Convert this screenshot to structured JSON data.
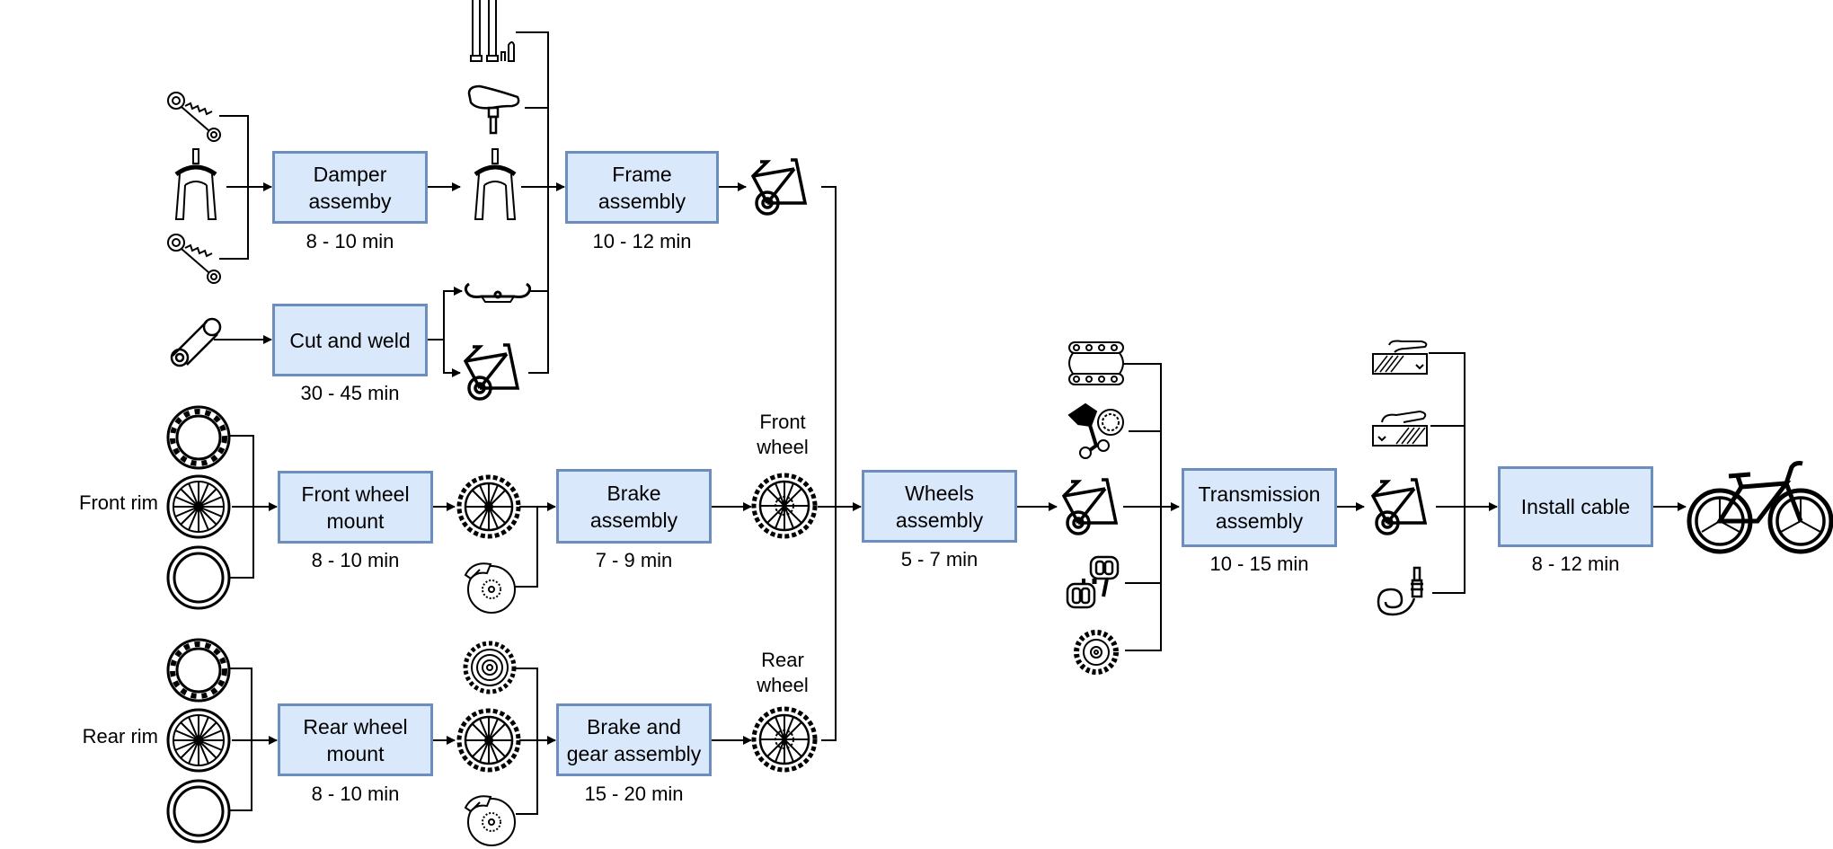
{
  "diagram": {
    "steps": {
      "damper": {
        "label": "Damper\nassemby",
        "time": "8 - 10 min"
      },
      "cut_weld": {
        "label": "Cut and weld",
        "time": "30 - 45 min"
      },
      "frame": {
        "label": "Frame\nassembly",
        "time": "10 - 12 min"
      },
      "front_wheel_mount": {
        "label": "Front wheel\nmount",
        "time": "8 - 10 min"
      },
      "brake": {
        "label": "Brake\nassembly",
        "time": "7 - 9 min"
      },
      "rear_wheel_mount": {
        "label": "Rear wheel\nmount",
        "time": "8 - 10 min"
      },
      "brake_gear": {
        "label": "Brake and\ngear assembly",
        "time": "15 - 20 min"
      },
      "wheels": {
        "label": "Wheels\nassembly",
        "time": "5 - 7 min"
      },
      "transmission": {
        "label": "Transmission\nassembly",
        "time": "10 - 15 min"
      },
      "install_cable": {
        "label": "Install cable",
        "time": "8 - 12 min"
      }
    },
    "labels": {
      "front_rim": "Front rim",
      "rear_rim": "Rear rim",
      "front_wheel": "Front\nwheel",
      "rear_wheel": "Rear\nwheel"
    },
    "icons": [
      "shock-absorber",
      "suspension-fork",
      "tube",
      "seat",
      "handlebar",
      "bike-frame",
      "tire-tread",
      "spoked-wheel",
      "plain-tire",
      "brake-disc",
      "cassette",
      "chain",
      "derailleur",
      "pedals",
      "chainring",
      "brake-lever",
      "shifter",
      "cable",
      "bicycle"
    ],
    "colors": {
      "box_fill": "#dae8fc",
      "box_border": "#6c8ebf",
      "line": "#000000"
    }
  }
}
